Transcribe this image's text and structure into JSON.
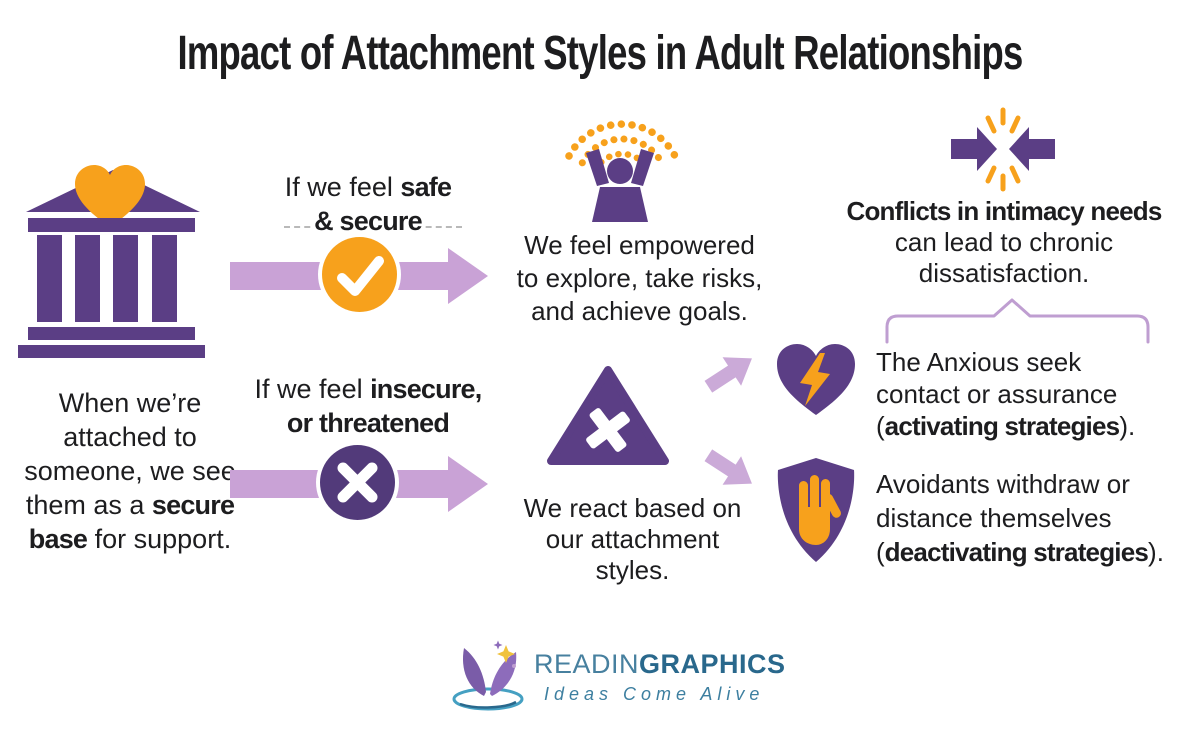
{
  "title": "Impact of Attachment Styles in Adult Relationships",
  "colors": {
    "purple": "#5b3e85",
    "purple_deep": "#523a7a",
    "lavender": "#c9a2d6",
    "lavender_light": "#cbaad8",
    "brace": "#bf9ed1",
    "orange": "#f7a11c",
    "gold": "#f0c23c",
    "logo_purple": "#7a5ca8",
    "logo_purple_light": "#8d6cbb",
    "swirl_teal": "#45a0c2",
    "ink": "#1d1d1f",
    "teal": "#3d7fa0",
    "teal_dark": "#29688c",
    "teal_light": "#47809f"
  },
  "secure_base": {
    "lines": [
      [
        {
          "t": "When we’re"
        }
      ],
      [
        {
          "t": "attached to"
        }
      ],
      [
        {
          "t": "someone, we see"
        }
      ],
      [
        {
          "t": "them as a "
        },
        {
          "t": "secure",
          "b": true
        }
      ],
      [
        {
          "t": "base",
          "b": true
        },
        {
          "t": " for support."
        }
      ]
    ]
  },
  "safe_label": {
    "lines": [
      [
        {
          "t": "If we feel "
        },
        {
          "t": "safe",
          "b": true
        }
      ],
      [
        {
          "t": "& secure",
          "b": true
        }
      ]
    ]
  },
  "insecure_label": {
    "lines": [
      [
        {
          "t": "If we feel "
        },
        {
          "t": "insecure,",
          "b": true
        }
      ],
      [
        {
          "t": "or threatened",
          "b": true
        }
      ]
    ]
  },
  "empowered": {
    "lines": [
      [
        {
          "t": "We feel empowered"
        }
      ],
      [
        {
          "t": "to explore, take risks,"
        }
      ],
      [
        {
          "t": "and achieve goals."
        }
      ]
    ]
  },
  "conflict": {
    "lines": [
      [
        {
          "t": "Conflicts in intimacy needs",
          "b": true
        }
      ],
      [
        {
          "t": "can lead to chronic"
        }
      ],
      [
        {
          "t": "dissatisfaction."
        }
      ]
    ]
  },
  "react": {
    "lines": [
      [
        {
          "t": "We react based on"
        }
      ],
      [
        {
          "t": "our attachment"
        }
      ],
      [
        {
          "t": "styles."
        }
      ]
    ]
  },
  "anxious": {
    "lines": [
      [
        {
          "t": "The Anxious seek"
        }
      ],
      [
        {
          "t": "contact or assurance"
        }
      ],
      [
        {
          "t": "("
        },
        {
          "t": "activating strategies",
          "b": true
        },
        {
          "t": ")."
        }
      ]
    ]
  },
  "avoidant": {
    "lines": [
      [
        {
          "t": "Avoidants withdraw or"
        }
      ],
      [
        {
          "t": "distance themselves"
        }
      ],
      [
        {
          "t": "("
        },
        {
          "t": "deactivating strategies",
          "b": true
        },
        {
          "t": ")."
        }
      ]
    ]
  },
  "logo": {
    "brand_regular": "READIN",
    "brand_bold": "GRAPHICS",
    "tagline": "Ideas Come Alive"
  },
  "icons": {
    "secure_base": "bank-heart-icon",
    "safe": "check-circle-icon",
    "insecure": "x-circle-icon",
    "empowered": "person-celebrating-burst-icon",
    "reaction": "triangle-x-warning-icon",
    "conflict": "colliding-arrows-spark-icon",
    "anxious": "heart-lightning-icon",
    "avoidant": "shield-stop-hand-icon",
    "flow": "right-block-arrow-icon",
    "grouping": "curly-brace-icon",
    "brand": "readinggraphics-book-logo-icon"
  }
}
